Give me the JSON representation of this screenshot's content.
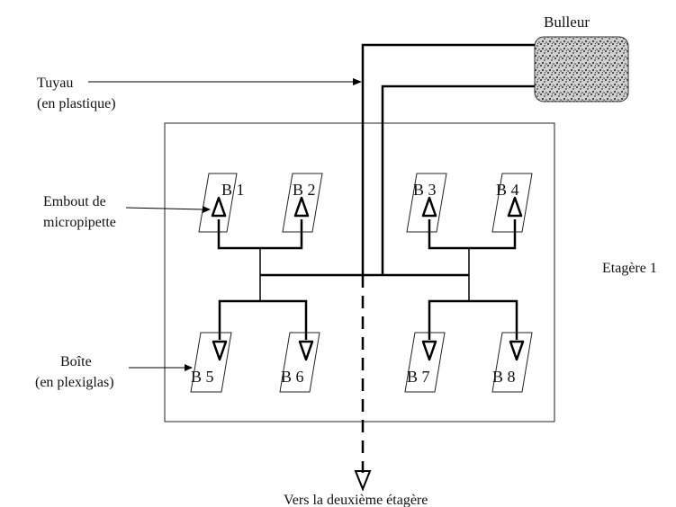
{
  "labels": {
    "bulleur": "Bulleur",
    "tuyau_line1": "Tuyau",
    "tuyau_line2": "(en plastique)",
    "embout_line1": "Embout de",
    "embout_line2": "micropipette",
    "boite_line1": "Boîte",
    "boite_line2": "(en plexiglas)",
    "etagere": "Etagère 1",
    "vers": "Vers la deuxième étagère"
  },
  "boxes": [
    {
      "id": "b1",
      "label": "B 1"
    },
    {
      "id": "b2",
      "label": "B 2"
    },
    {
      "id": "b3",
      "label": "B 3"
    },
    {
      "id": "b4",
      "label": "B 4"
    },
    {
      "id": "b5",
      "label": "B 5"
    },
    {
      "id": "b6",
      "label": "B 6"
    },
    {
      "id": "b7",
      "label": "B 7"
    },
    {
      "id": "b8",
      "label": "B 8"
    }
  ]
}
